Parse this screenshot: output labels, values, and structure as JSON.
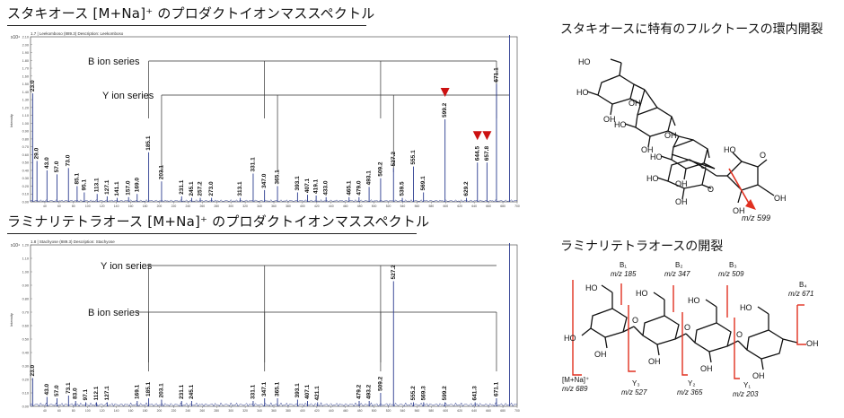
{
  "titles": {
    "stachyose": "スタキオース [M+Na]⁺ のプロダクトイオンマススペクトル",
    "laminari": "ラミナリテトラオース [M+Na]⁺ のプロダクトイオンマススペクトル",
    "stachyose_struct": "スタキオースに特有のフルクトースの環内開裂",
    "laminari_struct": "ラミナリテトラオースの開裂"
  },
  "chart_data": [
    {
      "type": "bar",
      "name": "stachyose",
      "header": "1.7 | Leekomboso (889.3) Description: Leekomboso",
      "scale_label": "x10⁴",
      "ylabel": "Intensity",
      "xlim": [
        20,
        700
      ],
      "ylim": [
        0,
        2.1
      ],
      "yticks": [
        "2.10",
        "2.00",
        "1.90",
        "1.80",
        "1.70",
        "1.60",
        "1.50",
        "1.40",
        "1.30",
        "1.20",
        "1.10",
        "1.00",
        "0.90",
        "0.80",
        "0.70",
        "0.60",
        "0.50",
        "0.40",
        "0.30",
        "0.20",
        "0.10",
        "0.00"
      ],
      "xticks": [
        "40",
        "60",
        "80",
        "100",
        "120",
        "140",
        "160",
        "180",
        "200",
        "220",
        "240",
        "260",
        "280",
        "300",
        "320",
        "340",
        "360",
        "380",
        "400",
        "420",
        "440",
        "460",
        "480",
        "500",
        "520",
        "540",
        "560",
        "580",
        "600",
        "620",
        "640",
        "660",
        "680",
        "700"
      ],
      "series_labels": [
        "B ion series",
        "Y ion series"
      ],
      "peaks": [
        {
          "mz": 23.0,
          "label": "23.0",
          "h": 1.38
        },
        {
          "mz": 29.0,
          "label": "29.0",
          "h": 0.52
        },
        {
          "mz": 43.0,
          "label": "43.0",
          "h": 0.4
        },
        {
          "mz": 57.0,
          "label": "57.0",
          "h": 0.35
        },
        {
          "mz": 73.0,
          "label": "73.0",
          "h": 0.43
        },
        {
          "mz": 85.1,
          "label": "85.1",
          "h": 0.2
        },
        {
          "mz": 95.1,
          "label": "95.1",
          "h": 0.12
        },
        {
          "mz": 113.1,
          "label": "113.1",
          "h": 0.1
        },
        {
          "mz": 127.1,
          "label": "127.1",
          "h": 0.07
        },
        {
          "mz": 141.1,
          "label": "141.1",
          "h": 0.05
        },
        {
          "mz": 157.0,
          "label": "157.0",
          "h": 0.06
        },
        {
          "mz": 169.0,
          "label": "169.0",
          "h": 0.1
        },
        {
          "mz": 185.1,
          "label": "185.1",
          "h": 0.63
        },
        {
          "mz": 203.1,
          "label": "203.1",
          "h": 0.26
        },
        {
          "mz": 231.1,
          "label": "231.1",
          "h": 0.07
        },
        {
          "mz": 245.1,
          "label": "245.1",
          "h": 0.05
        },
        {
          "mz": 257.2,
          "label": "257.2",
          "h": 0.05
        },
        {
          "mz": 273.0,
          "label": "273.0",
          "h": 0.05
        },
        {
          "mz": 313.1,
          "label": "313.1",
          "h": 0.05
        },
        {
          "mz": 331.1,
          "label": "331.1",
          "h": 0.36
        },
        {
          "mz": 347.0,
          "label": "347.0",
          "h": 0.15
        },
        {
          "mz": 365.1,
          "label": "365.1",
          "h": 0.2
        },
        {
          "mz": 393.1,
          "label": "393.1",
          "h": 0.12
        },
        {
          "mz": 407.1,
          "label": "407.1",
          "h": 0.09
        },
        {
          "mz": 419.1,
          "label": "419.1",
          "h": 0.08
        },
        {
          "mz": 433.0,
          "label": "433.0",
          "h": 0.06
        },
        {
          "mz": 465.1,
          "label": "465.1",
          "h": 0.06
        },
        {
          "mz": 479.0,
          "label": "479.0",
          "h": 0.06
        },
        {
          "mz": 493.1,
          "label": "493.1",
          "h": 0.19
        },
        {
          "mz": 509.2,
          "label": "509.2",
          "h": 0.3
        },
        {
          "mz": 527.2,
          "label": "527.2",
          "h": 0.43
        },
        {
          "mz": 539.5,
          "label": "539.5",
          "h": 0.05
        },
        {
          "mz": 555.1,
          "label": "555.1",
          "h": 0.45
        },
        {
          "mz": 569.1,
          "label": "569.1",
          "h": 0.12
        },
        {
          "mz": 599.2,
          "label": "599.2",
          "h": 1.05
        },
        {
          "mz": 629.2,
          "label": "629.2",
          "h": 0.05
        },
        {
          "mz": 644.5,
          "label": "644.5",
          "h": 0.5
        },
        {
          "mz": 657.8,
          "label": "657.8",
          "h": 0.5
        },
        {
          "mz": 671.1,
          "label": "671.1",
          "h": 1.5
        },
        {
          "mz": 689.3,
          "label": "",
          "h": 2.6
        }
      ],
      "arrows": [
        599.2,
        644.5,
        657.8
      ]
    },
    {
      "type": "bar",
      "name": "laminari",
      "header": "1.8 | Stachyose (889.3) Description: Stachyose",
      "scale_label": "x10⁴",
      "ylabel": "Intensity",
      "xlim": [
        20,
        700
      ],
      "ylim": [
        0,
        1.2
      ],
      "yticks": [
        "1.20",
        "1.10",
        "1.00",
        "0.90",
        "0.80",
        "0.70",
        "0.60",
        "0.50",
        "0.40",
        "0.30",
        "0.20",
        "0.10",
        "0.00"
      ],
      "xticks": [
        "40",
        "60",
        "80",
        "100",
        "120",
        "140",
        "160",
        "180",
        "200",
        "220",
        "240",
        "260",
        "280",
        "300",
        "320",
        "340",
        "360",
        "380",
        "400",
        "420",
        "440",
        "460",
        "480",
        "500",
        "520",
        "540",
        "560",
        "580",
        "600",
        "620",
        "640",
        "660",
        "680",
        "700"
      ],
      "series_labels": [
        "Y ion series",
        "B ion series"
      ],
      "peaks": [
        {
          "mz": 23.0,
          "label": "23.0",
          "h": 0.21
        },
        {
          "mz": 43.0,
          "label": "43.0",
          "h": 0.07
        },
        {
          "mz": 57.0,
          "label": "57.0",
          "h": 0.06
        },
        {
          "mz": 73.1,
          "label": "73.1",
          "h": 0.08
        },
        {
          "mz": 83.0,
          "label": "83.0",
          "h": 0.04
        },
        {
          "mz": 97.1,
          "label": "97.1",
          "h": 0.03
        },
        {
          "mz": 112.1,
          "label": "112.1",
          "h": 0.03
        },
        {
          "mz": 127.1,
          "label": "127.1",
          "h": 0.03
        },
        {
          "mz": 169.1,
          "label": "169.1",
          "h": 0.04
        },
        {
          "mz": 185.1,
          "label": "185.1",
          "h": 0.06
        },
        {
          "mz": 203.1,
          "label": "203.1",
          "h": 0.05
        },
        {
          "mz": 231.1,
          "label": "231.1",
          "h": 0.04
        },
        {
          "mz": 245.1,
          "label": "245.1",
          "h": 0.04
        },
        {
          "mz": 331.1,
          "label": "331.1",
          "h": 0.04
        },
        {
          "mz": 347.1,
          "label": "347.1",
          "h": 0.06
        },
        {
          "mz": 365.1,
          "label": "365.1",
          "h": 0.06
        },
        {
          "mz": 393.1,
          "label": "393.1",
          "h": 0.05
        },
        {
          "mz": 407.1,
          "label": "407.1",
          "h": 0.04
        },
        {
          "mz": 421.1,
          "label": "421.1",
          "h": 0.03
        },
        {
          "mz": 479.2,
          "label": "479.2",
          "h": 0.04
        },
        {
          "mz": 493.2,
          "label": "493.2",
          "h": 0.04
        },
        {
          "mz": 509.2,
          "label": "509.2",
          "h": 0.1
        },
        {
          "mz": 527.2,
          "label": "527.2",
          "h": 0.93
        },
        {
          "mz": 555.2,
          "label": "555.2",
          "h": 0.03
        },
        {
          "mz": 569.3,
          "label": "569.3",
          "h": 0.03
        },
        {
          "mz": 599.2,
          "label": "599.2",
          "h": 0.03
        },
        {
          "mz": 641.3,
          "label": "641.3",
          "h": 0.03
        },
        {
          "mz": 671.1,
          "label": "671.1",
          "h": 0.06
        },
        {
          "mz": 689.3,
          "label": "",
          "h": 1.7
        }
      ],
      "arrows": []
    }
  ],
  "stachyose_mz": "m/z 599",
  "laminari_labels": {
    "B1": "B₁",
    "B1mz": "m/z 185",
    "B2": "B₂",
    "B2mz": "m/z 347",
    "B3": "B₃",
    "B3mz": "m/z 509",
    "B4": "B₄",
    "B4mz": "m/z 671",
    "Y3": "Y₃",
    "Y3mz": "m/z 527",
    "Y2": "Y₂",
    "Y2mz": "m/z 365",
    "Y1": "Y₁",
    "Y1mz": "m/z 203",
    "MNa": "[M+Na]⁺",
    "MNamz": "m/z 689"
  },
  "colors": {
    "accent": "#e03020",
    "spectrum": "#2a3b8f",
    "arrow": "#cc1111"
  }
}
